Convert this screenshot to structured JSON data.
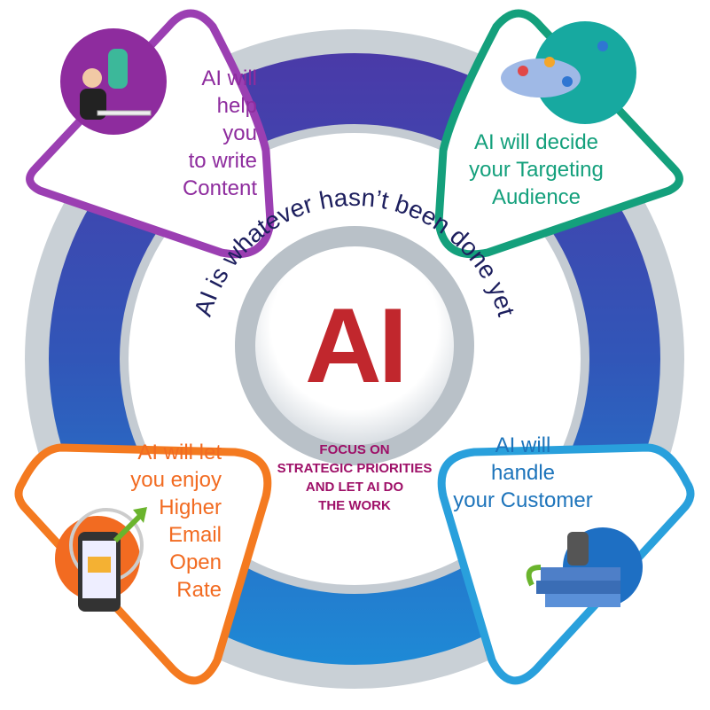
{
  "center": {
    "label": "AI",
    "color": "#c1272d"
  },
  "arc_text": "AI is whatever hasn’t been done yet",
  "focus_text": [
    "FOCUS ON",
    "STRATEGIC PRIORITIES",
    "AND LET AI DO",
    "THE WORK"
  ],
  "cards": [
    {
      "id": "content",
      "lines": [
        "AI will",
        "help",
        "you",
        "to write",
        "Content"
      ],
      "color": "#8e2c9e",
      "icon": "person-writing-with-robot-icon"
    },
    {
      "id": "audience",
      "lines": [
        "AI will decide",
        "your Targeting",
        "Audience"
      ],
      "color": "#14a07c",
      "icon": "world-map-social-icon"
    },
    {
      "id": "email",
      "lines": [
        "AI will let",
        "you enjoy",
        "Higher",
        "Email",
        "Open",
        "Rate"
      ],
      "color": "#f26b21",
      "icon": "phone-email-open-icon"
    },
    {
      "id": "customer",
      "lines": [
        "AI will",
        "handle",
        "your Customer"
      ],
      "color": "#1d74bb",
      "icon": "robot-books-icon"
    }
  ],
  "colors": {
    "ring_outer": "#c9d0d6",
    "ring_band": "#3b4fb3",
    "focus": "#9e1068",
    "arc_text": "#1d1f5e"
  }
}
